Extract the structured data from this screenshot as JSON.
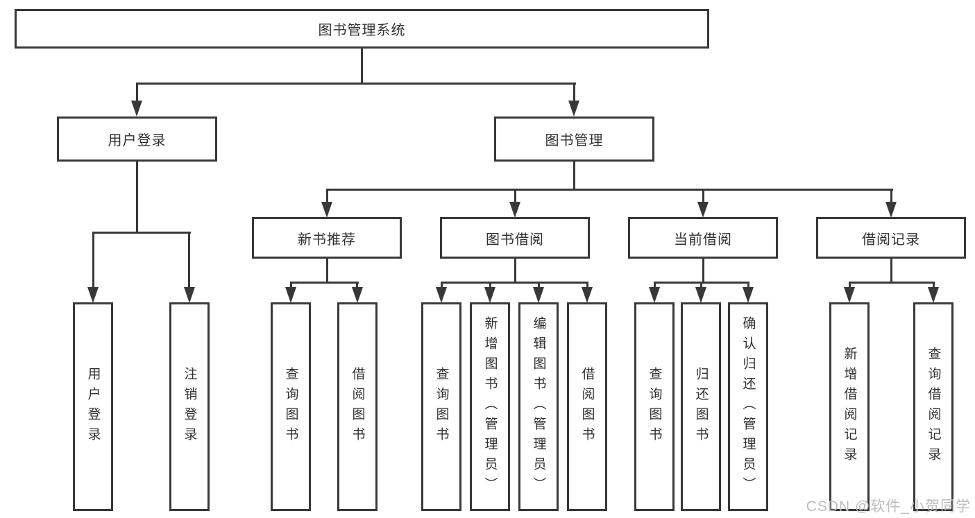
{
  "title": "图书管理系统",
  "watermark": {
    "text": "CSDN @软件_小贺同学"
  },
  "colors": {
    "line": "#383838",
    "text": "#2f2f2f",
    "box_fill": "#ffffff",
    "background": "#ffffff",
    "watermark": "#bdbdbd"
  },
  "tree": {
    "root": {
      "label": "图书管理系统",
      "children": [
        {
          "label": "用户登录",
          "children": [
            {
              "label": "用户登录"
            },
            {
              "label": "注销登录"
            }
          ]
        },
        {
          "label": "图书管理",
          "children": [
            {
              "label": "新书推荐",
              "children": [
                {
                  "label": "查询图书"
                },
                {
                  "label": "借阅图书"
                }
              ]
            },
            {
              "label": "图书借阅",
              "children": [
                {
                  "label": "查询图书"
                },
                {
                  "label": "新增图书（管理员）"
                },
                {
                  "label": "编辑图书（管理员）"
                },
                {
                  "label": "借阅图书"
                }
              ]
            },
            {
              "label": "当前借阅",
              "children": [
                {
                  "label": "查询图书"
                },
                {
                  "label": "归还图书"
                },
                {
                  "label": "确认归还（管理员）"
                }
              ]
            },
            {
              "label": "借阅记录",
              "children": [
                {
                  "label": "新增借阅记录"
                },
                {
                  "label": "查询借阅记录"
                }
              ]
            }
          ]
        }
      ]
    }
  }
}
